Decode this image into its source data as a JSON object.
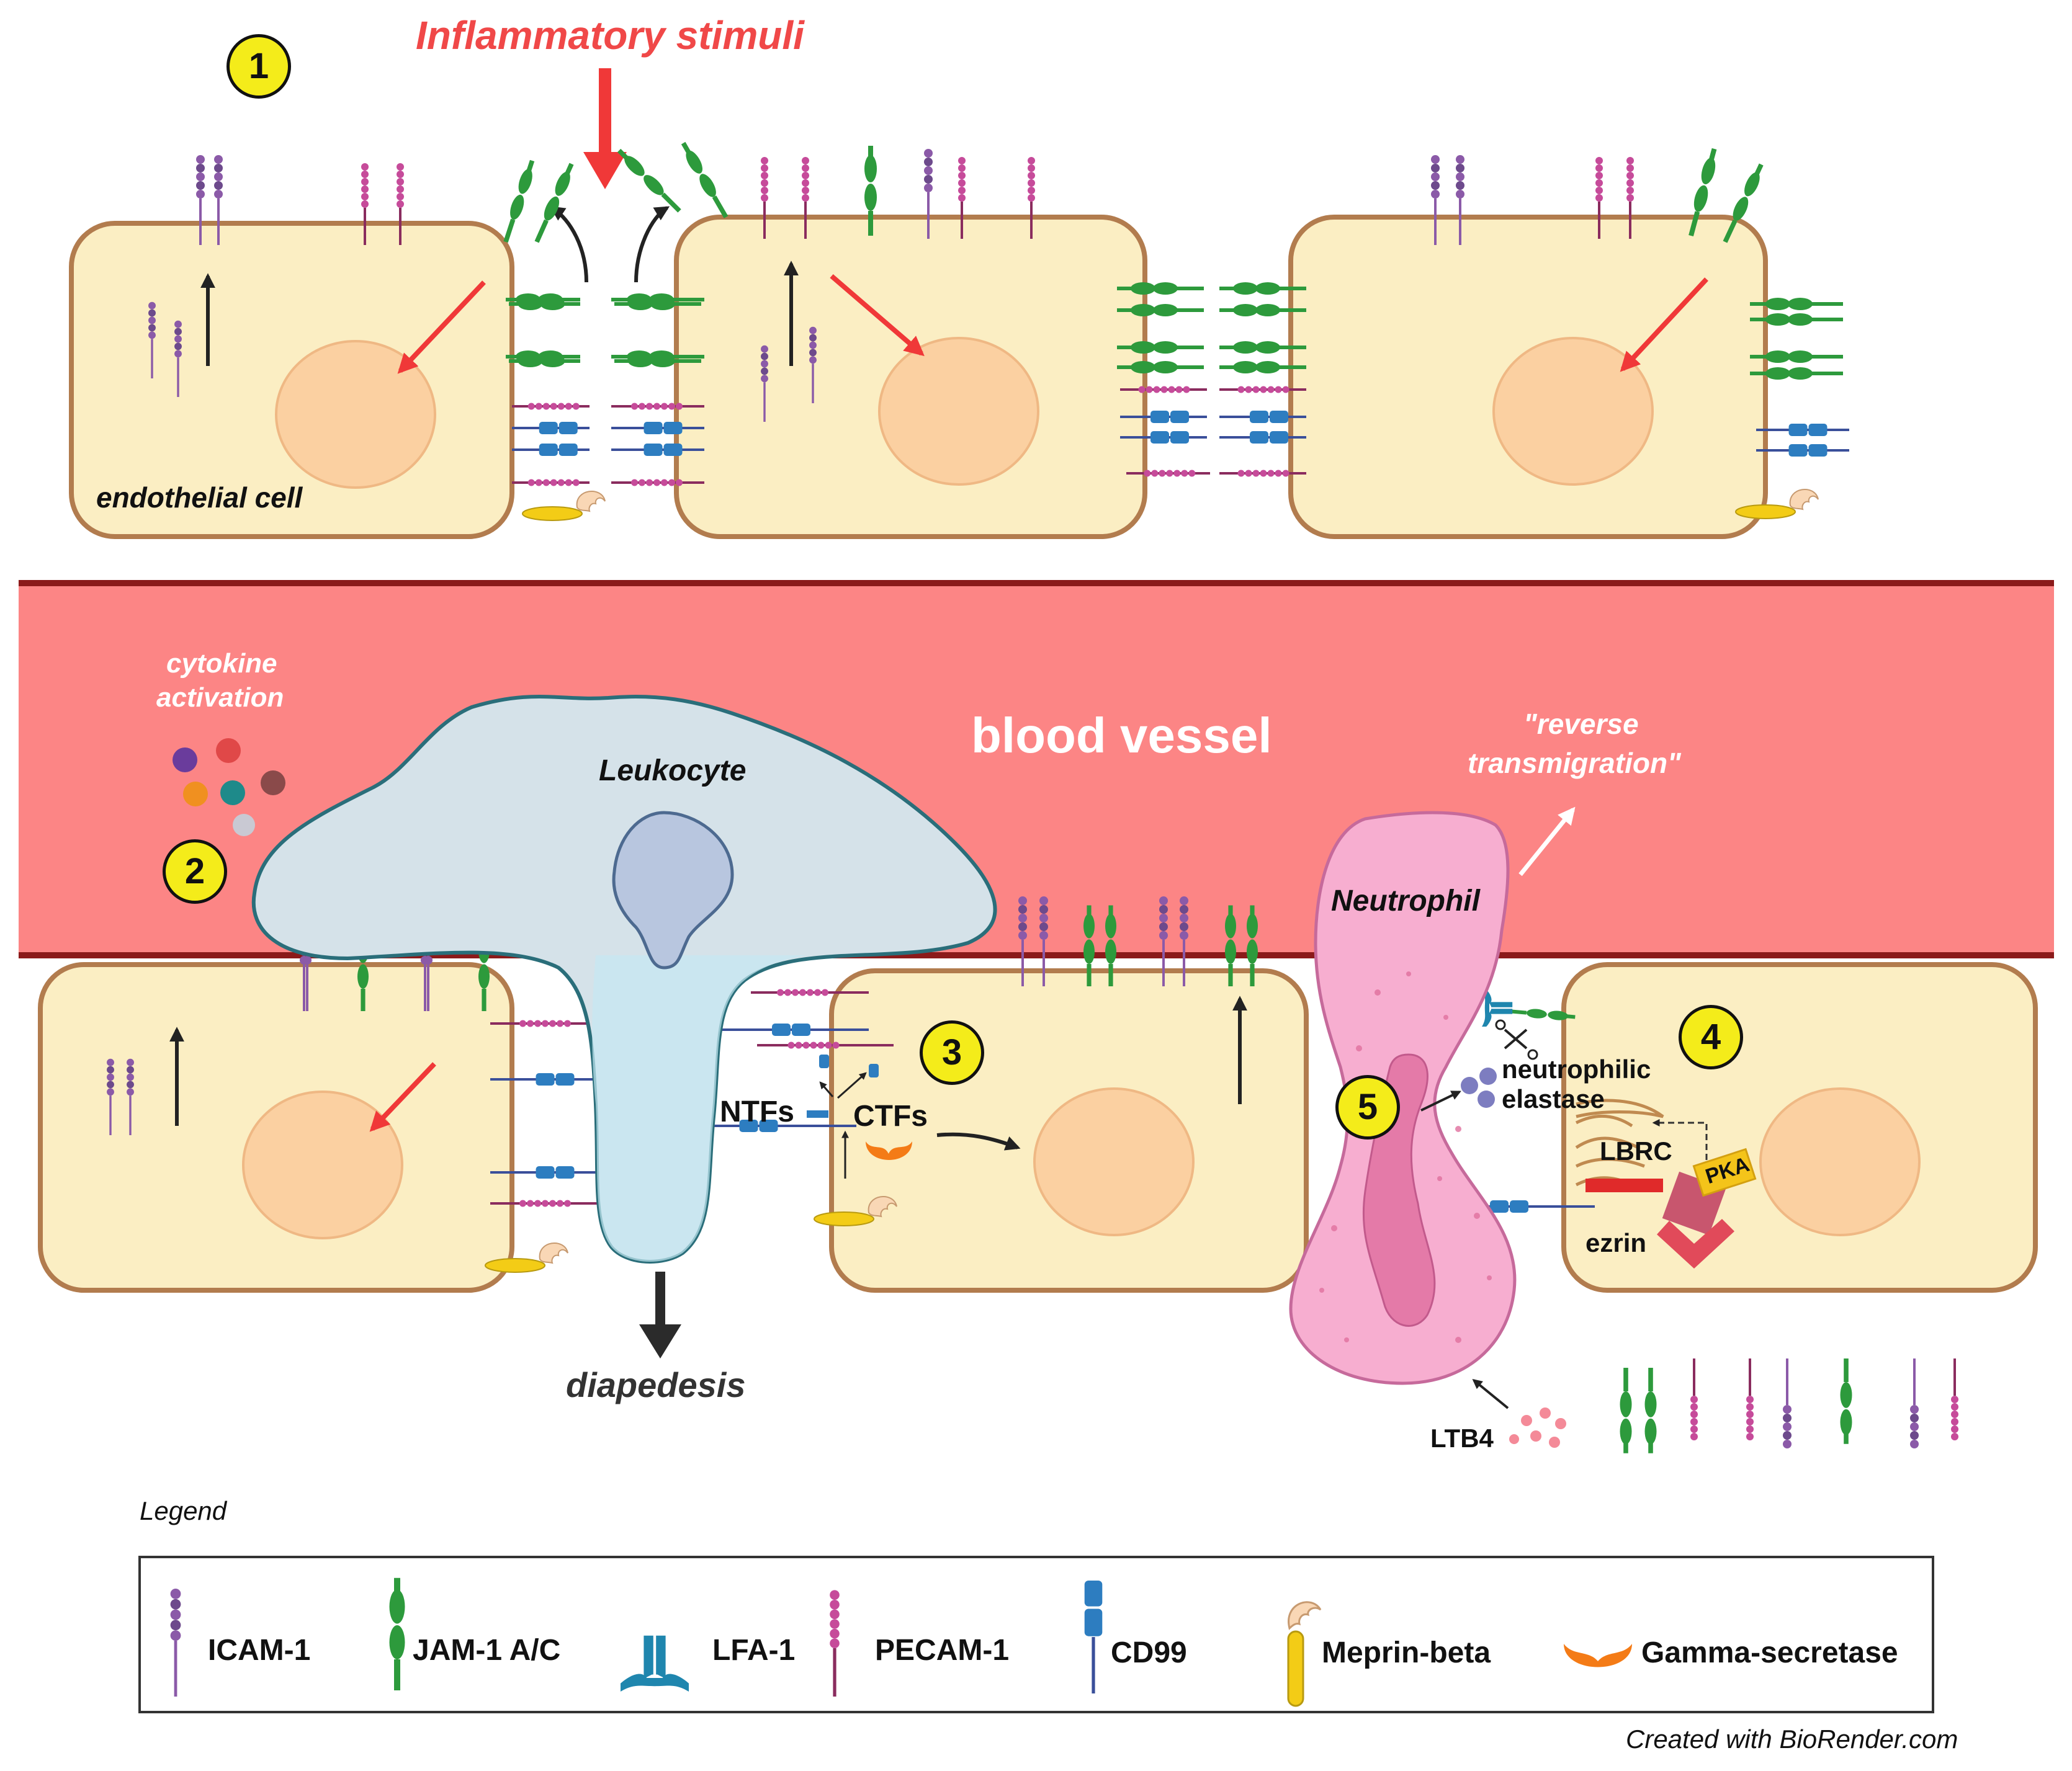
{
  "labels": {
    "inflammatory_stimuli": "Inflammatory stimuli",
    "endothelial_cell": "endothelial cell",
    "cytokine_activation_line1": "cytokine",
    "cytokine_activation_line2": "activation",
    "blood_vessel": "blood vessel",
    "leukocyte": "Leukocyte",
    "neutrophil": "Neutrophil",
    "reverse_transmigration_line1": "\"reverse",
    "reverse_transmigration_line2": "transmigration\"",
    "ntfs": "NTFs",
    "ctfs": "CTFs",
    "neutrophilic_elastase_line1": "neutrophilic",
    "neutrophilic_elastase_line2": "elastase",
    "lbrc": "LBRC",
    "pka": "PKA",
    "ezrin": "ezrin",
    "ltb4": "LTB4",
    "diapedesis": "diapedesis",
    "credit": "Created with BioRender.com"
  },
  "steps": [
    "1",
    "2",
    "3",
    "4",
    "5"
  ],
  "legend": {
    "title": "Legend",
    "items": [
      {
        "label": "ICAM-1",
        "icon": "icam1-icon"
      },
      {
        "label": "JAM-1 A/C",
        "icon": "jam1-icon"
      },
      {
        "label": "LFA-1",
        "icon": "lfa1-icon"
      },
      {
        "label": "PECAM-1",
        "icon": "pecam1-icon"
      },
      {
        "label": "CD99",
        "icon": "cd99-icon"
      },
      {
        "label": "Meprin-beta",
        "icon": "meprin-beta-icon"
      },
      {
        "label": "Gamma-secretase",
        "icon": "gamma-secretase-icon"
      }
    ]
  },
  "colors": {
    "vessel": "#fc8585",
    "vessel_border": "#8b1a1a",
    "cell_fill": "#fbeec3",
    "cell_border": "#b27c4e",
    "nucleus": "#fbd0a1",
    "leukocyte": "#d5e2e9",
    "neutrophil": "#f7aed0",
    "icam1": "#8b5aa8",
    "jam1": "#2d9a3c",
    "lfa1": "#1f86ae",
    "pecam1": "#c64b9a",
    "cd99": "#2d7dc0",
    "meprin": "#f3cc16",
    "gamma_secretase": "#f47b16",
    "stimuli": "#f04848"
  }
}
